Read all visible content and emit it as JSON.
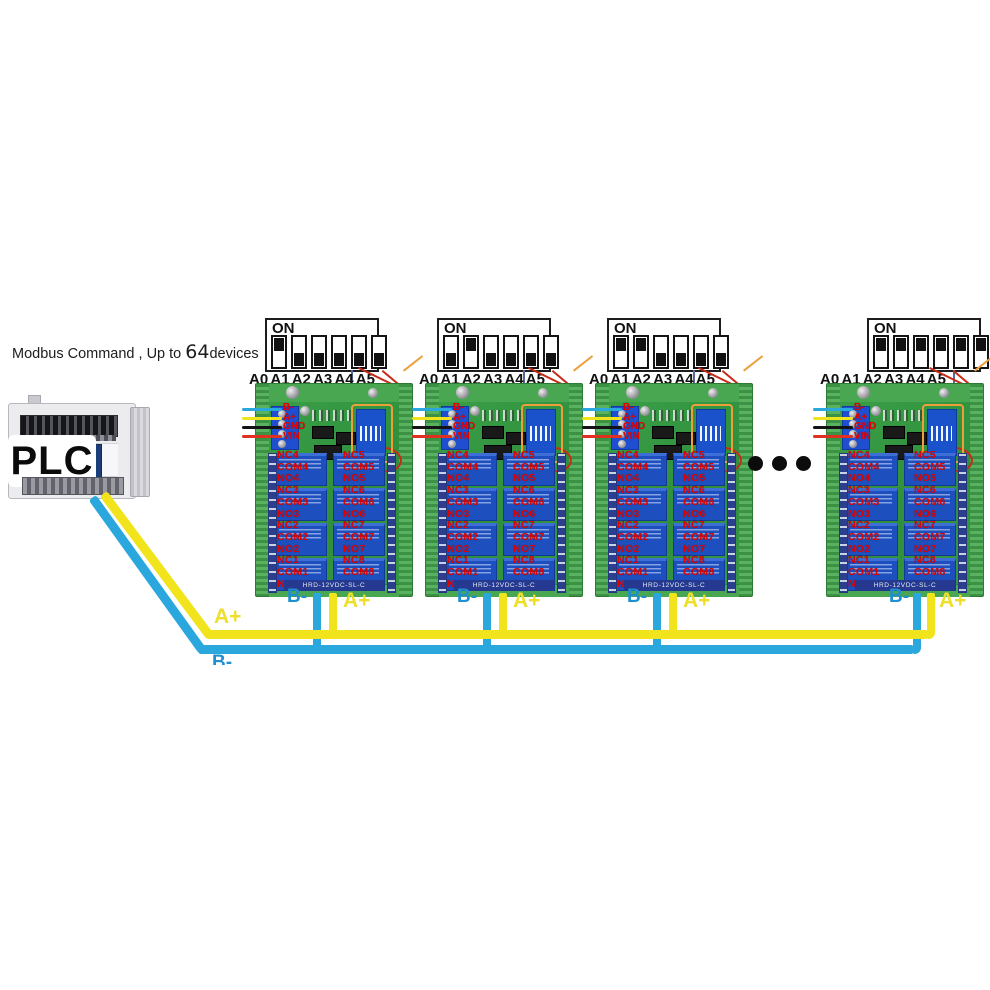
{
  "title": {
    "prefix": "Modbus Command , Up to",
    "count": "64",
    "suffix": "devices"
  },
  "plc": {
    "label": "PLC"
  },
  "wiring": {
    "a_plus_bus_label": "A+",
    "b_minus_bus_label": "B-",
    "a_plus_color": "#f2e41c",
    "b_minus_color": "#2aa7dd"
  },
  "dip": {
    "on_label": "ON",
    "pin_labels": [
      "A0",
      "A1",
      "A2",
      "A3",
      "A4",
      "A5"
    ]
  },
  "board_common": {
    "terminal_labels": [
      "B-",
      "A+",
      "GND",
      "VIN"
    ],
    "wire_stub_colors": [
      "#2aa7dd",
      "#f2e41c",
      "#141414",
      "#e03020"
    ],
    "left_channel_labels": [
      "NC4",
      "COM4",
      "NO4",
      "NC3",
      "COM3",
      "NO3",
      "NC2",
      "COM2",
      "NO2",
      "NC1",
      "COM1",
      "NO1"
    ],
    "right_channel_labels": [
      "NC5",
      "COM5",
      "NO5",
      "NC6",
      "COM6",
      "NO6",
      "NC7",
      "COM7",
      "NO7",
      "NC8",
      "COM8",
      "NO8"
    ],
    "bottom_marking": "HRD-12VDC-SL-C"
  },
  "units": [
    {
      "name": "relay-board-1",
      "dip_switches": [
        1,
        0,
        0,
        0,
        0,
        0
      ],
      "b_minus_label": "B-",
      "a_plus_label": "A+"
    },
    {
      "name": "relay-board-2",
      "dip_switches": [
        0,
        1,
        0,
        0,
        0,
        0
      ],
      "b_minus_label": "B-",
      "a_plus_label": "A+"
    },
    {
      "name": "relay-board-3",
      "dip_switches": [
        1,
        1,
        0,
        0,
        0,
        0
      ],
      "b_minus_label": "B-",
      "a_plus_label": "A+"
    },
    {
      "name": "relay-board-4",
      "dip_switches": [
        1,
        1,
        1,
        1,
        1,
        1
      ],
      "b_minus_label": "B-",
      "a_plus_label": "A+"
    }
  ],
  "more_devices_indicator": "..."
}
